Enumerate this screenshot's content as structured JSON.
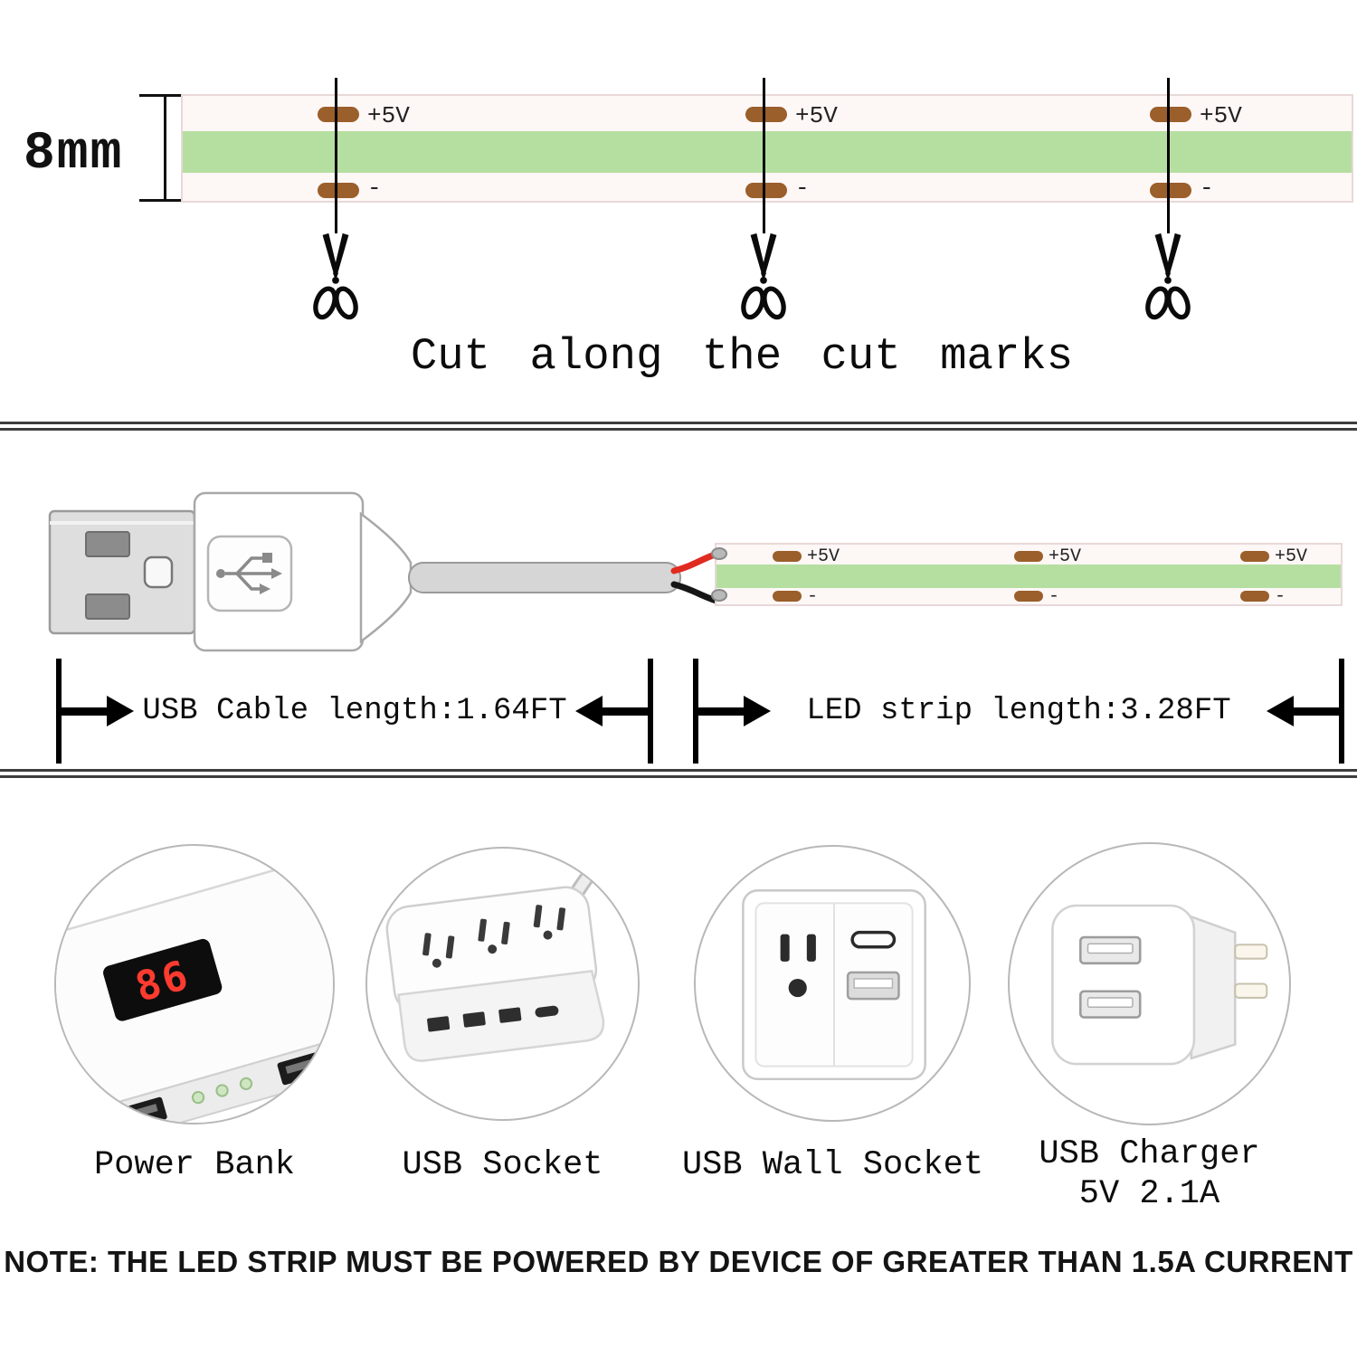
{
  "colors": {
    "strip_green": "#b5dfa0",
    "pad_brown": "#9a5f2b",
    "wire_red": "#e02b20",
    "wire_black": "#161616",
    "display_red": "#ff3b30"
  },
  "top_section": {
    "width_label": "8mm",
    "pad_positive_label": "+5V",
    "pad_negative_label": "-",
    "cut_instruction": "Cut along the cut marks"
  },
  "middle_section": {
    "usb_cable_dimension": "USB Cable length:1.64FT",
    "led_strip_dimension": "LED strip length:3.28FT",
    "pad_positive_label": "+5V",
    "pad_negative_label": "-"
  },
  "bottom_section": {
    "power_sources": [
      {
        "label": "Power Bank"
      },
      {
        "label": "USB Socket"
      },
      {
        "label": "USB Wall Socket"
      },
      {
        "label": "USB Charger",
        "sublabel": "5V 2.1A"
      }
    ],
    "power_bank_display_value": "86",
    "note": "NOTE: THE LED STRIP MUST BE POWERED BY DEVICE OF GREATER THAN 1.5A CURRENT"
  }
}
